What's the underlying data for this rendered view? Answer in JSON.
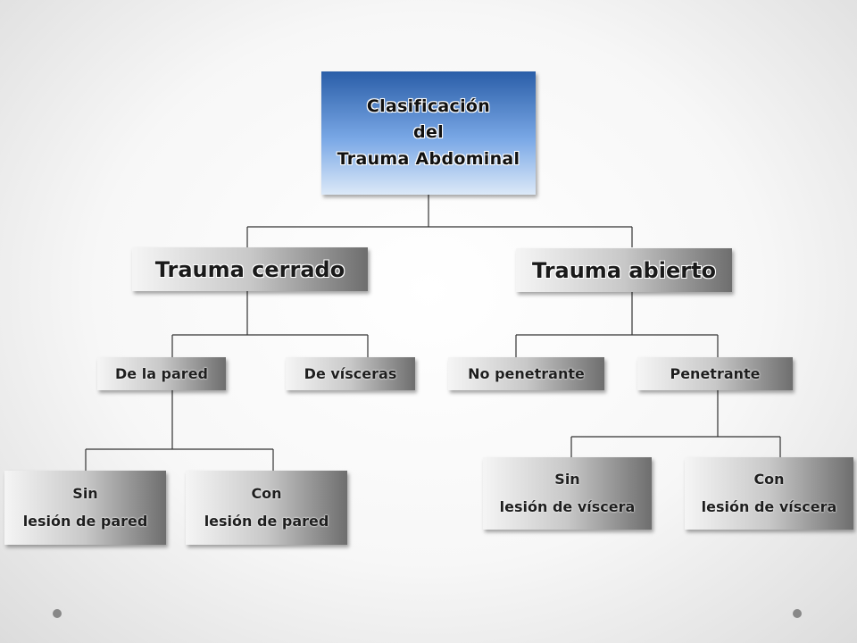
{
  "root": {
    "lines": [
      "Clasificación",
      "del",
      "Trauma  Abdominal"
    ]
  },
  "trauma_cerrado": {
    "label": "Trauma cerrado",
    "children": [
      {
        "label": "De la pared"
      },
      {
        "label": "De vísceras"
      }
    ],
    "pared_children": [
      {
        "lines": [
          "Sin",
          "lesión de pared"
        ]
      },
      {
        "lines": [
          "Con",
          "lesión de pared"
        ]
      }
    ]
  },
  "trauma_abierto": {
    "label": "Trauma abierto",
    "children": [
      {
        "label": "No penetrante"
      },
      {
        "label": "Penetrante"
      }
    ],
    "penetrante_children": [
      {
        "lines": [
          "Sin",
          "lesión de víscera"
        ]
      },
      {
        "lines": [
          "Con",
          "lesión de víscera"
        ]
      }
    ]
  },
  "colors": {
    "root_top": "#2a5ea8",
    "root_bottom": "#dce9f8",
    "connector": "#333333"
  }
}
